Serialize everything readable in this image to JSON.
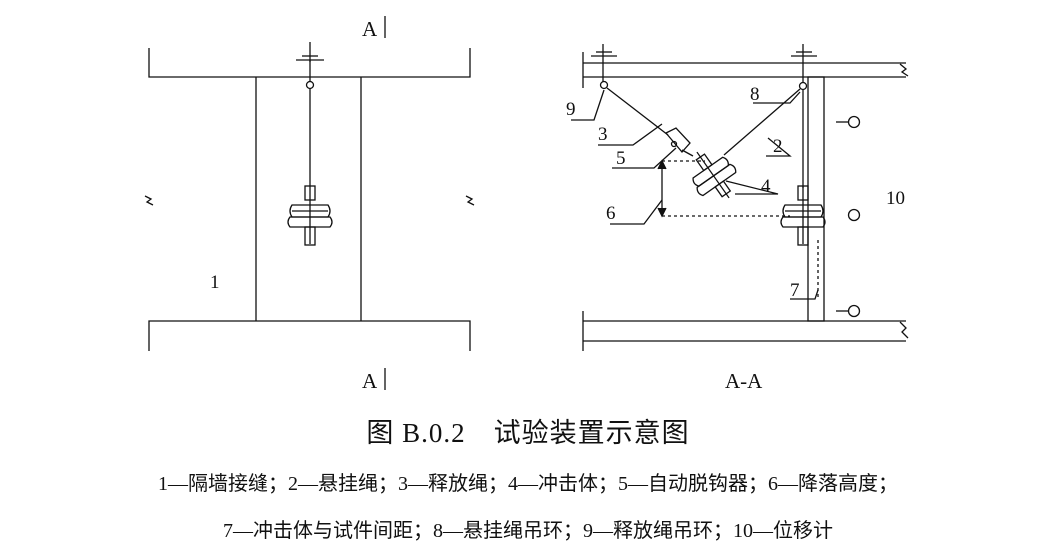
{
  "figure": {
    "section_mark_top": "A",
    "section_mark_bottom": "A",
    "left_view_label": "1",
    "section_title": "A-A",
    "numbers": [
      "2",
      "3",
      "4",
      "5",
      "6",
      "7",
      "8",
      "9",
      "10"
    ]
  },
  "caption": "图 B.0.2　试验装置示意图",
  "legend": {
    "line1": "1—隔墙接缝；2—悬挂绳；3—释放绳；4—冲击体；5—自动脱钩器；6—降落高度；",
    "line2": "7—冲击体与试件间距；8—悬挂绳吊环；9—释放绳吊环；10—位移计"
  }
}
